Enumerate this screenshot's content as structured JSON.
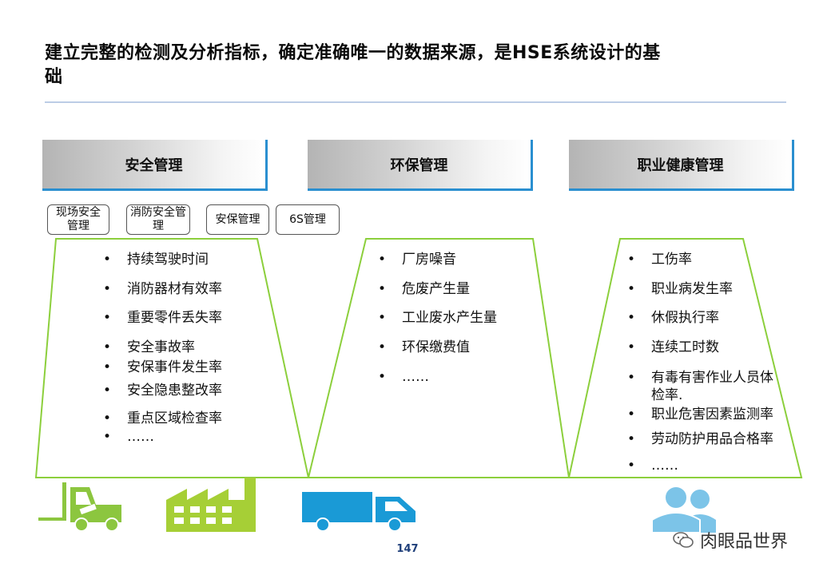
{
  "title": "建立完整的检测及分析指标，确定准确唯一的数据来源，是HSE系统设计的基础",
  "headers": [
    "安全管理",
    "环保管理",
    "职业健康管理"
  ],
  "safety_subcategories": [
    "现场安全管理",
    "消防安全管理",
    "安保管理",
    "6S管理"
  ],
  "safety_indicators": [
    "持续驾驶时间",
    "消防器材有效率",
    "重要零件丢失率",
    "安全事故率",
    "安保事件发生率",
    "安全隐患整改率",
    "重点区域检查率",
    "……"
  ],
  "environment_indicators": [
    "厂房噪音",
    "危废产生量",
    "工业废水产生量",
    "环保缴费值",
    "……"
  ],
  "health_indicators": [
    "工伤率",
    "职业病发生率",
    "休假执行率",
    "连续工时数",
    "有毒有害作业人员体检率.",
    "职业危害因素监测率",
    "劳动防护用品合格率",
    "……"
  ],
  "bullet": "•",
  "icons": [
    "forklift-icon",
    "factory-icon",
    "truck-icon",
    "people-icon"
  ],
  "colors": {
    "outline_green": "#8ccf3c",
    "forklift_green": "#8cc63f",
    "factory_green": "#a6cf36",
    "truck_blue": "#1a9ad6",
    "people_blue": "#7cc4e8",
    "header_border_blue": "#2a8fd0"
  },
  "page_number": "147",
  "watermark": "肉眼品世界"
}
